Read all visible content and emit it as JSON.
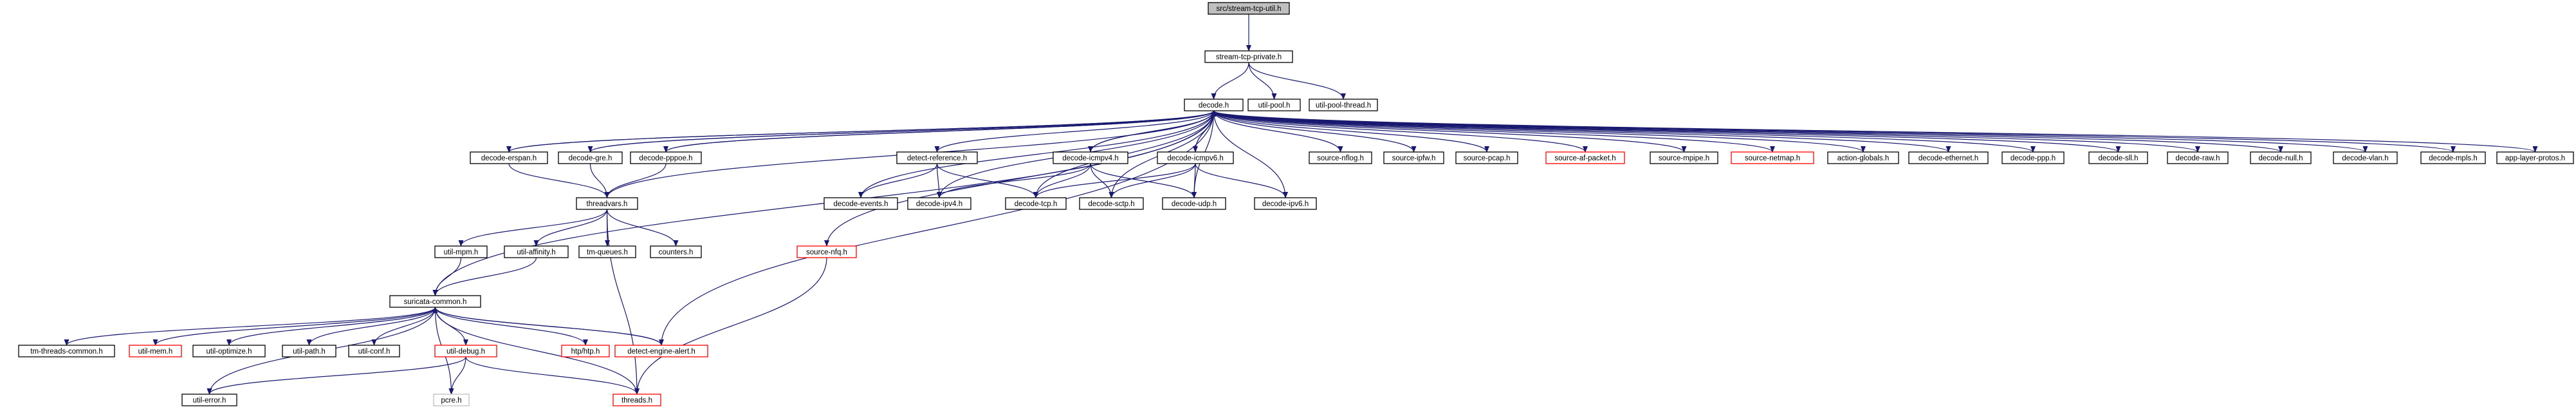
{
  "colors": {
    "edge": "#191970",
    "border_default": "#000000",
    "border_truncated": "#ff0000",
    "border_undocumented": "#bfbfbf",
    "root_fill": "#bfbfbf",
    "node_fill": "#ffffff"
  },
  "nodes": {
    "root": {
      "label": "src/stream-tcp-util.h",
      "kind": "root"
    },
    "stream_tcp_private": {
      "label": "stream-tcp-private.h",
      "kind": "default"
    },
    "decode": {
      "label": "decode.h",
      "kind": "default"
    },
    "util_pool": {
      "label": "util-pool.h",
      "kind": "default"
    },
    "util_pool_thread": {
      "label": "util-pool-thread.h",
      "kind": "default"
    },
    "decode_erspan": {
      "label": "decode-erspan.h",
      "kind": "default"
    },
    "decode_gre": {
      "label": "decode-gre.h",
      "kind": "default"
    },
    "decode_pppoe": {
      "label": "decode-pppoe.h",
      "kind": "default"
    },
    "detect_reference": {
      "label": "detect-reference.h",
      "kind": "default"
    },
    "decode_icmpv4": {
      "label": "decode-icmpv4.h",
      "kind": "default"
    },
    "decode_icmpv6": {
      "label": "decode-icmpv6.h",
      "kind": "default"
    },
    "source_nflog": {
      "label": "source-nflog.h",
      "kind": "default"
    },
    "source_ipfw": {
      "label": "source-ipfw.h",
      "kind": "default"
    },
    "source_pcap": {
      "label": "source-pcap.h",
      "kind": "default"
    },
    "source_af_packet": {
      "label": "source-af-packet.h",
      "kind": "truncated"
    },
    "source_mpipe": {
      "label": "source-mpipe.h",
      "kind": "default"
    },
    "source_netmap": {
      "label": "source-netmap.h",
      "kind": "truncated"
    },
    "action_globals": {
      "label": "action-globals.h",
      "kind": "default"
    },
    "decode_ethernet": {
      "label": "decode-ethernet.h",
      "kind": "default"
    },
    "decode_ppp": {
      "label": "decode-ppp.h",
      "kind": "default"
    },
    "decode_sll": {
      "label": "decode-sll.h",
      "kind": "default"
    },
    "decode_raw": {
      "label": "decode-raw.h",
      "kind": "default"
    },
    "decode_null": {
      "label": "decode-null.h",
      "kind": "default"
    },
    "decode_vlan": {
      "label": "decode-vlan.h",
      "kind": "default"
    },
    "decode_mpls": {
      "label": "decode-mpls.h",
      "kind": "default"
    },
    "app_layer_protos": {
      "label": "app-layer-protos.h",
      "kind": "default"
    },
    "threadvars": {
      "label": "threadvars.h",
      "kind": "default"
    },
    "decode_events": {
      "label": "decode-events.h",
      "kind": "default"
    },
    "decode_ipv4": {
      "label": "decode-ipv4.h",
      "kind": "default"
    },
    "decode_tcp": {
      "label": "decode-tcp.h",
      "kind": "default"
    },
    "decode_sctp": {
      "label": "decode-sctp.h",
      "kind": "default"
    },
    "decode_udp": {
      "label": "decode-udp.h",
      "kind": "default"
    },
    "decode_ipv6": {
      "label": "decode-ipv6.h",
      "kind": "default"
    },
    "source_nfq": {
      "label": "source-nfq.h",
      "kind": "truncated"
    },
    "util_mpm": {
      "label": "util-mpm.h",
      "kind": "default"
    },
    "util_affinity": {
      "label": "util-affinity.h",
      "kind": "default"
    },
    "tm_queues": {
      "label": "tm-queues.h",
      "kind": "default"
    },
    "counters": {
      "label": "counters.h",
      "kind": "default"
    },
    "suricata_common": {
      "label": "suricata-common.h",
      "kind": "default"
    },
    "tm_threads_common": {
      "label": "tm-threads-common.h",
      "kind": "default"
    },
    "util_mem": {
      "label": "util-mem.h",
      "kind": "truncated"
    },
    "util_optimize": {
      "label": "util-optimize.h",
      "kind": "default"
    },
    "util_path": {
      "label": "util-path.h",
      "kind": "default"
    },
    "util_conf": {
      "label": "util-conf.h",
      "kind": "default"
    },
    "util_debug": {
      "label": "util-debug.h",
      "kind": "truncated"
    },
    "htp": {
      "label": "htp/htp.h",
      "kind": "truncated"
    },
    "detect_engine_alert": {
      "label": "detect-engine-alert.h",
      "kind": "truncated"
    },
    "util_error": {
      "label": "util-error.h",
      "kind": "default"
    },
    "pcre": {
      "label": "pcre.h",
      "kind": "undocumented"
    },
    "threads": {
      "label": "threads.h",
      "kind": "truncated"
    }
  }
}
